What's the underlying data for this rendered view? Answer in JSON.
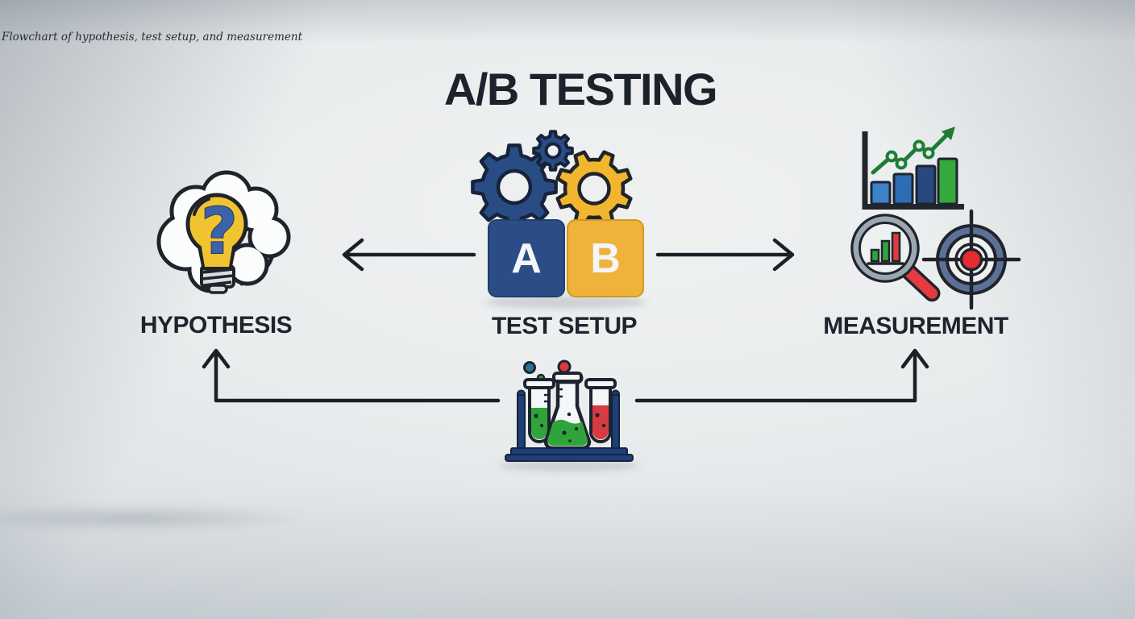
{
  "caption": "Flowchart of hypothesis, test setup, and measurement",
  "title": "A/B TESTING",
  "variant_a": "A",
  "variant_b": "B",
  "question_mark": "?",
  "nodes": {
    "hypothesis": {
      "label": "HYPOTHESIS",
      "icon": "thought-cloud-lightbulb-question-icon"
    },
    "test_setup": {
      "label": "TEST SETUP",
      "icons": [
        "gears-icon",
        "ab-variant-blocks-icon"
      ]
    },
    "measurement": {
      "label": "MEASUREMENT",
      "icons": [
        "growth-bar-chart-icon",
        "magnifier-analytics-icon",
        "target-icon"
      ]
    },
    "experiment": {
      "icon": "lab-flasks-icon"
    }
  },
  "arrows": [
    {
      "from": "test_setup",
      "to": "hypothesis",
      "direction": "left"
    },
    {
      "from": "test_setup",
      "to": "measurement",
      "direction": "right"
    },
    {
      "from": "experiment",
      "to": "hypothesis",
      "direction": "left-then-up"
    },
    {
      "from": "experiment",
      "to": "measurement",
      "direction": "right-then-up"
    }
  ],
  "colors": {
    "background_light": "#eff1f1",
    "background_edge": "#c5cdd3",
    "text_dark": "#1d242e",
    "arrow": "#1a2026",
    "outline": "#20242a",
    "brand_blue": "#2a4c84",
    "brand_yellow": "#f0b434",
    "bulb_yellow": "#f2c330",
    "question_blue": "#3c62a8",
    "green": "#2fa43b",
    "trend_green": "#1e7d35",
    "red": "#d93a3f",
    "bar_light_blue": "#3b82c6",
    "bar_mid_blue": "#2e6db2",
    "bar_navy": "#27497f",
    "target_ring_blue": "#5d7198",
    "stand_navy": "#1e3f77",
    "metal_gray": "#d9dee3"
  }
}
